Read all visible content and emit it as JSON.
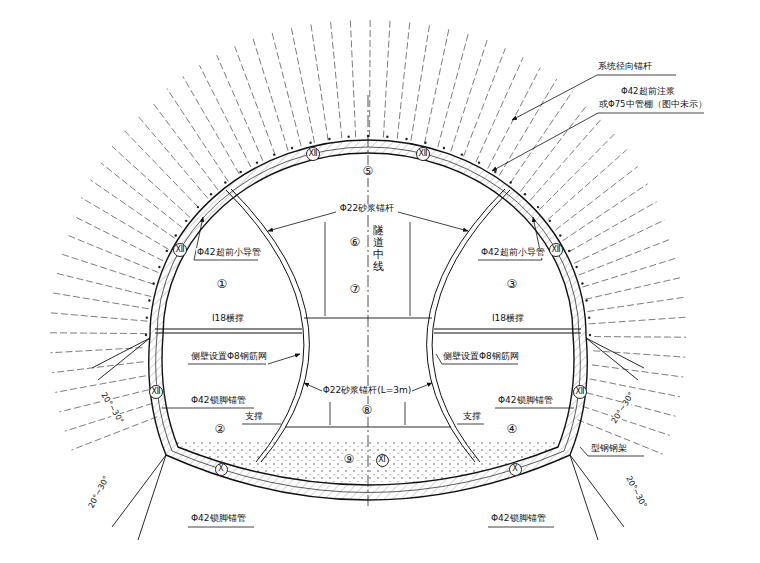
{
  "diagram": {
    "nodes": [
      {
        "text": [
          "Ⅻ"
        ]
      },
      {
        "text": [
          "Ⅻ"
        ]
      },
      {
        "text": [
          "Ⅻ"
        ]
      },
      {
        "text": [
          "Ⅻ"
        ]
      },
      {
        "text": [
          "Ⅻ"
        ]
      },
      {
        "text": [
          "Ⅻ"
        ]
      },
      {
        "text": [
          "Ⅹ"
        ]
      },
      {
        "text": [
          "Ⅺ"
        ]
      },
      {
        "text": [
          "Ⅹ"
        ]
      }
    ],
    "labels": [
      "系统径向锚杆",
      "Φ42超前注浆",
      "或Φ75中管棚（图中未示）",
      "⑤",
      "Φ22砂浆锚杆",
      "隧道中线",
      "⑥",
      "Φ42超前小导管",
      "Φ42超前小导管",
      "①",
      "③",
      "⑦",
      "I18横撑",
      "I18横撑",
      "侧壁设置Φ8钢筋网",
      "侧壁设置Φ8钢筋网",
      "Φ22砂浆锚杆(L=3m)",
      "Φ42锁脚锚管",
      "Φ42锁脚锚管",
      "⑧",
      "支撑",
      "支撑",
      "②",
      "④",
      "型钢钢架",
      "⑨",
      "Φ42锁脚锚管",
      "Φ42锁脚锚管",
      "20°~30°",
      "20°~30°",
      "20°~30°",
      "20°~30°"
    ]
  }
}
